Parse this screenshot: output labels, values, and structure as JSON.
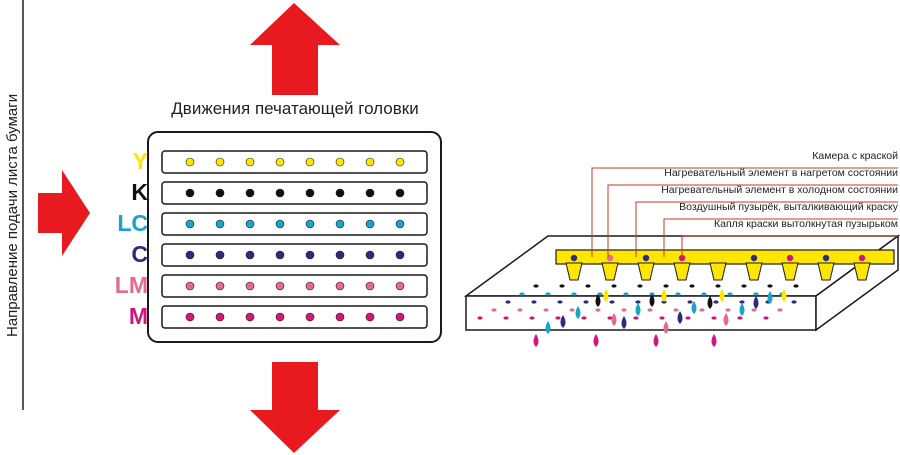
{
  "paper_direction_label": "Направление подачи листа бумаги",
  "head_movement_title": "Движения печатающей головки",
  "colors": {
    "arrow": "#e8191f",
    "frame": "#1a1a1a",
    "yellow": "#ffe600",
    "black": "#111111",
    "light_cyan": "#1aa4c9",
    "cyan": "#2e2a7e",
    "light_magenta": "#e46b8e",
    "magenta": "#d4157e",
    "callout_line": "#c0392b"
  },
  "ink_rows": [
    {
      "label": "Y",
      "color": "#ffe600",
      "dot": "#ffe600"
    },
    {
      "label": "K",
      "color": "#111111",
      "dot": "#111111"
    },
    {
      "label": "LC",
      "color": "#1aa4c9",
      "dot": "#1aa4c9"
    },
    {
      "label": "C",
      "color": "#2e2a7e",
      "dot": "#2e2a7e"
    },
    {
      "label": "LM",
      "color": "#e46b8e",
      "dot": "#e46b8e"
    },
    {
      "label": "M",
      "color": "#d4157e",
      "dot": "#d4157e"
    }
  ],
  "nozzles_per_row": 8,
  "callouts": [
    "Камера с краской",
    "Нагревательный элемент в нагретом состоянии",
    "Нагревательный элемент в холодном состоянии",
    "Воздушный пузырёк, выталкивающий краску",
    "Капля краски вытолкнутая пузырьком"
  ]
}
